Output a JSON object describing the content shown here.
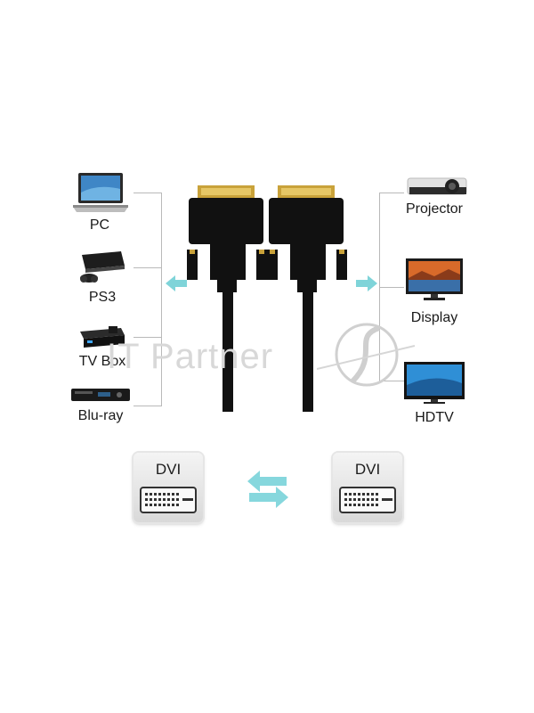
{
  "devices_left": [
    {
      "label": "PC",
      "icon": "laptop-icon"
    },
    {
      "label": "PS3",
      "icon": "game-console-icon"
    },
    {
      "label": "TV Box",
      "icon": "tv-box-icon"
    },
    {
      "label": "Blu-ray",
      "icon": "blu-ray-player-icon"
    }
  ],
  "devices_right": [
    {
      "label": "Projector",
      "icon": "projector-icon"
    },
    {
      "label": "Display",
      "icon": "monitor-icon"
    },
    {
      "label": "HDTV",
      "icon": "hdtv-icon"
    }
  ],
  "ports": {
    "left_label": "DVI",
    "right_label": "DVI"
  },
  "watermark": "IT Partner",
  "colors": {
    "arrow": "#7fd4d9",
    "bracket": "#b9b9b9",
    "connector": "#111111",
    "gold": "#c9a23a"
  }
}
